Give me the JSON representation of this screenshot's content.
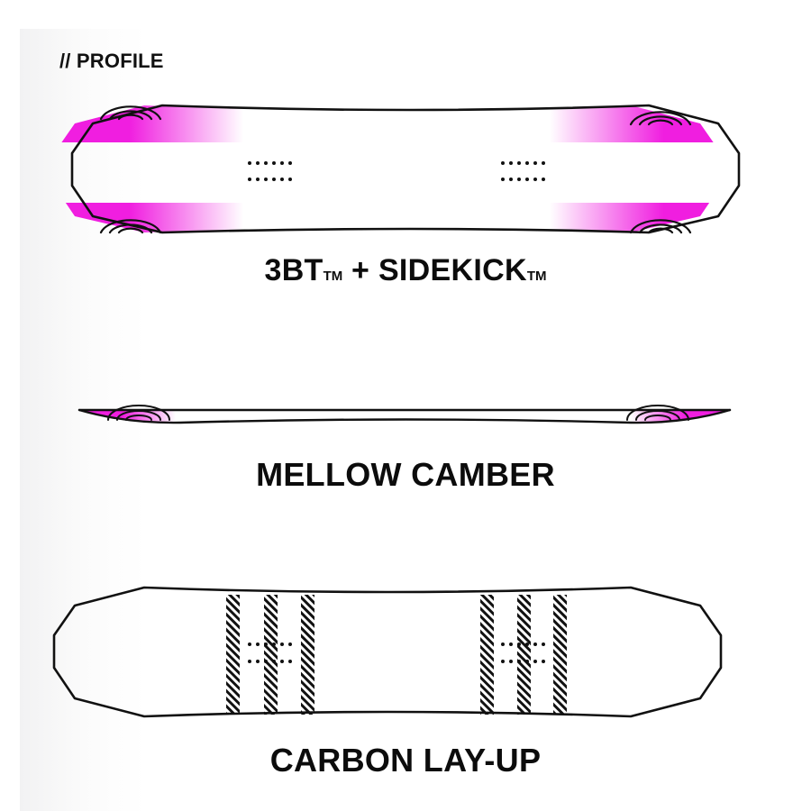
{
  "header": "// PROFILE",
  "sections": [
    {
      "title": "3BT",
      "tm1": "TM",
      "connector": " + ",
      "title2": "SIDEKICK",
      "tm2": "TM"
    },
    {
      "title": "MELLOW CAMBER"
    },
    {
      "title": "CARBON LAY-UP"
    }
  ],
  "colors": {
    "accent": "#f01ee0",
    "outline": "#111111",
    "background": "#ffffff"
  }
}
